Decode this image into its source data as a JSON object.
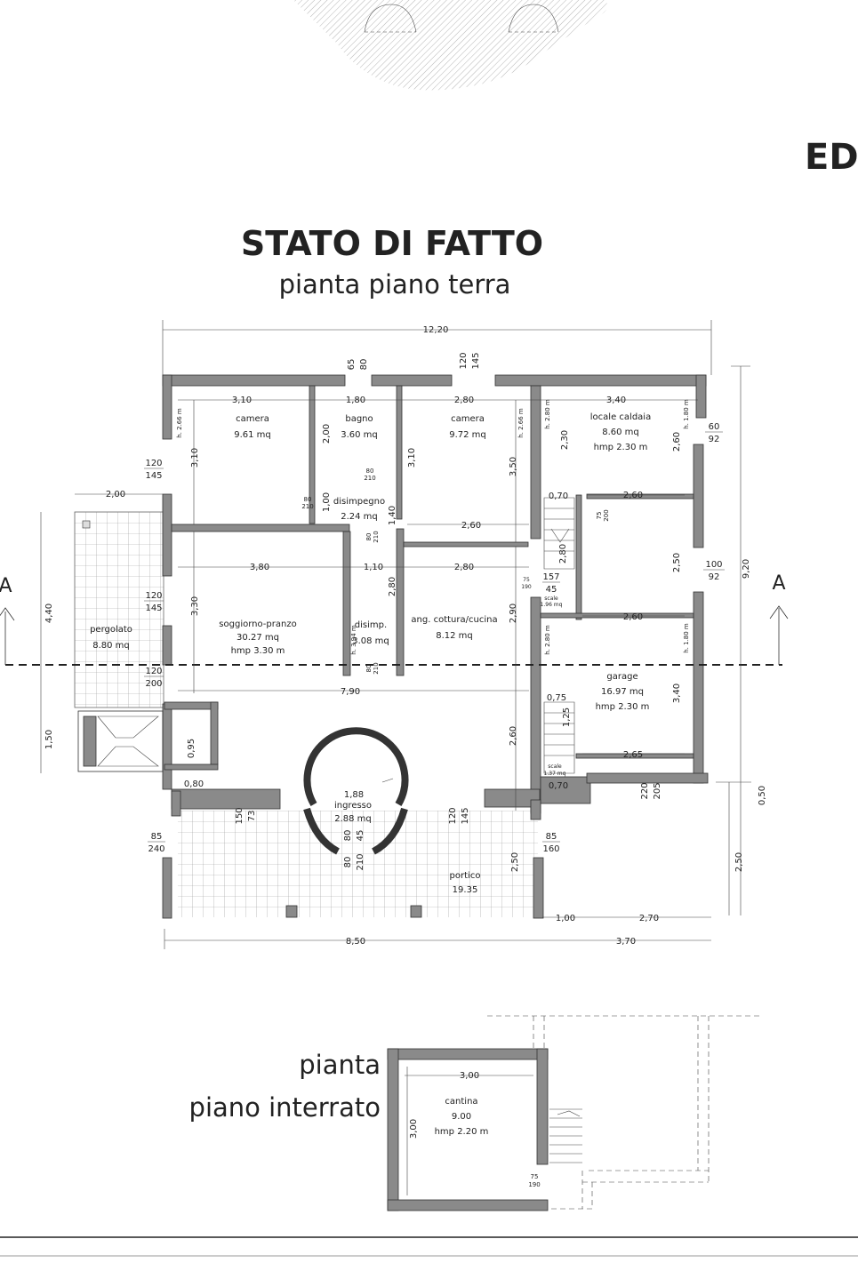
{
  "header": {
    "corner_text": "ED",
    "title": "STATO DI FATTO",
    "subtitle": "pianta piano terra"
  },
  "section_marks": {
    "left": "A",
    "right": "A"
  },
  "rooms": {
    "camera1": {
      "name": "camera",
      "area": "9.61 mq"
    },
    "bagno": {
      "name": "bagno",
      "area": "3.60 mq"
    },
    "camera2": {
      "name": "camera",
      "area": "9.72 mq"
    },
    "caldaia": {
      "name": "locale caldaia",
      "area": "8.60 mq",
      "hmp": "hmp 2.30 m"
    },
    "disimpegno": {
      "name": "disimpegno",
      "area": "2.24 mq"
    },
    "soggiorno": {
      "name": "soggiorno-pranzo",
      "area": "30.27 mq",
      "hmp": "hmp 3.30 m"
    },
    "disimp": {
      "name": "disimp.",
      "area": "3.08 mq"
    },
    "cucina": {
      "name": "ang. cottura/cucina",
      "area": "8.12 mq"
    },
    "garage": {
      "name": "garage",
      "area": "16.97 mq",
      "hmp": "hmp 2.30 m"
    },
    "pergolato": {
      "name": "pergolato",
      "area": "8.80 mq"
    },
    "ingresso": {
      "name": "ingresso",
      "area": "2.88 mq"
    },
    "portico": {
      "name": "portico",
      "area": "19.35"
    },
    "scale1": {
      "name": "scale",
      "area": "1.96 mq"
    },
    "scale2": {
      "name": "scale",
      "area": "1.37 mq"
    }
  },
  "dimensions": {
    "top_total": "12,20",
    "right_total": "9,20",
    "d_310": "3,10",
    "d_180": "1,80",
    "d_280a": "2,80",
    "d_340": "3,40",
    "d_200w": "2,00",
    "d_380": "3,80",
    "d_110": "1,10",
    "d_280b": "2,80",
    "d_260a": "2,60",
    "d_260b": "2,60",
    "d_260c": "2,60",
    "d_790": "7,90",
    "d_440": "4,40",
    "d_150": "1,50",
    "d_080a": "0,80",
    "d_188": "1,88",
    "d_075": "0,75",
    "d_265": "2,65",
    "d_070a": "0,70",
    "d_070b": "0,70",
    "d_850": "8,50",
    "d_370": "3,70",
    "d_100": "1,00",
    "d_270": "2,70",
    "d_050": "0,50",
    "d_250r": "2,50",
    "d_250p": "2,50",
    "v_310a": "3,10",
    "v_200": "2,00",
    "v_310b": "3,10",
    "v_350": "3,50",
    "v_230": "2,30",
    "v_260r": "2,60",
    "v_250": "2,50",
    "v_340": "3,40",
    "v_330": "3,30",
    "v_280": "2,80",
    "v_290": "2,90",
    "v_260m": "2,60",
    "v_140": "1,40",
    "v_100": "1,00",
    "v_095": "0,95",
    "v_125": "1,25",
    "v_280s": "2,80"
  },
  "openings": {
    "o_65_80": {
      "top": "65",
      "bottom": "80"
    },
    "o_120_145a": {
      "top": "120",
      "bottom": "145"
    },
    "o_60_92": {
      "top": "60",
      "bottom": "92"
    },
    "o_120_145b": {
      "top": "120",
      "bottom": "145"
    },
    "o_100_92": {
      "top": "100",
      "bottom": "92"
    },
    "o_120_145c": {
      "top": "120",
      "bottom": "145"
    },
    "o_120_200": {
      "top": "120",
      "bottom": "200"
    },
    "o_157_45": {
      "top": "157",
      "bottom": "45"
    },
    "o_75_190a": {
      "top": "75",
      "bottom": "190"
    },
    "o_85_240": {
      "top": "85",
      "bottom": "240"
    },
    "o_150_73": {
      "top": "150",
      "bottom": "73"
    },
    "o_80_45": {
      "top": "80",
      "bottom": "45"
    },
    "o_80_210a": {
      "top": "80",
      "bottom": "210"
    },
    "o_120_145d": {
      "top": "120",
      "bottom": "145"
    },
    "o_85_160": {
      "top": "85",
      "bottom": "160"
    },
    "o_220_205": {
      "top": "220",
      "bottom": "205"
    },
    "o_80_210b": {
      "top": "80",
      "bottom": "210"
    },
    "o_75_200": {
      "top": "75",
      "bottom": "200"
    },
    "o_80_210c": {
      "top": "80",
      "bottom": "210"
    },
    "o_80_210d": {
      "top": "80",
      "bottom": "210"
    },
    "o_80_210e": {
      "top": "80",
      "bottom": "210"
    }
  },
  "heights": {
    "h1": "h. 2.66 m",
    "h2": "h. 2.66 m",
    "h3": "h. 2.80 m",
    "h4": "h. 1.80 m",
    "h5": "h. 3.94 m",
    "h6": "h. 2.80 m",
    "h7": "h. 1.80 m"
  },
  "basement": {
    "label_line1": "pianta",
    "label_line2": "piano interrato",
    "room_name": "cantina",
    "room_area": "9.00",
    "room_hmp": "hmp 2.20 m",
    "dim_top": "3,00",
    "dim_left": "3,00",
    "opening": {
      "top": "75",
      "bottom": "190"
    }
  }
}
